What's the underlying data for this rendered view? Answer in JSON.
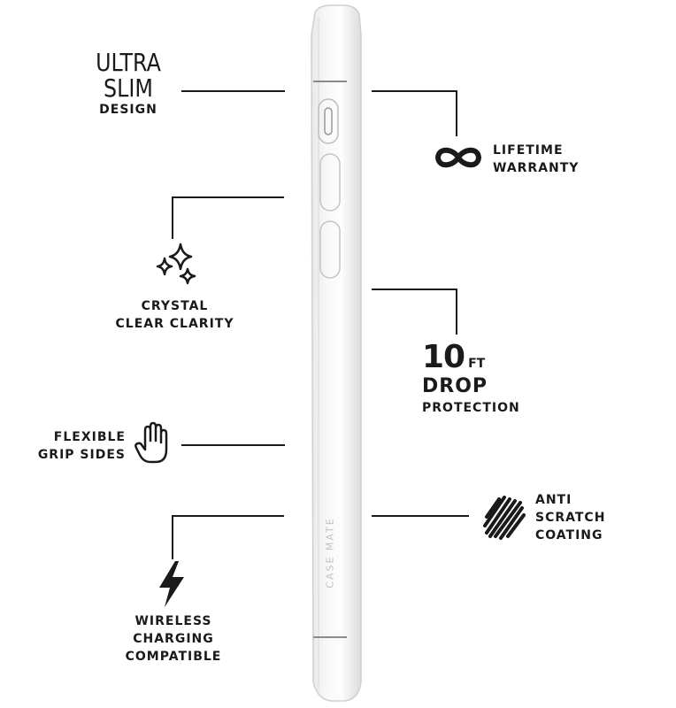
{
  "features": {
    "ultra_slim": {
      "line1": "ULTRA",
      "line2": "SLIM",
      "line3": "DESIGN"
    },
    "lifetime_warranty": {
      "line1": "LIFETIME",
      "line2": "WARRANTY"
    },
    "crystal_clear": {
      "line1": "CRYSTAL",
      "line2": "CLEAR CLARITY"
    },
    "drop_protection": {
      "number": "10",
      "unit": "FT",
      "line2": "DROP",
      "line3": "PROTECTION"
    },
    "flexible_grip": {
      "line1": "FLEXIBLE",
      "line2": "GRIP SIDES"
    },
    "anti_scratch": {
      "line1": "ANTI",
      "line2": "SCRATCH",
      "line3": "COATING"
    },
    "wireless_charging": {
      "line1": "WIRELESS",
      "line2": "CHARGING",
      "line3": "COMPATIBLE"
    }
  },
  "case_brand": "CASE MATE",
  "icons": [
    "infinity-icon",
    "sparkle-icon",
    "hand-icon",
    "scratch-icon",
    "lightning-icon"
  ],
  "colors": {
    "text": "#1a1a1a",
    "background": "#ffffff"
  }
}
